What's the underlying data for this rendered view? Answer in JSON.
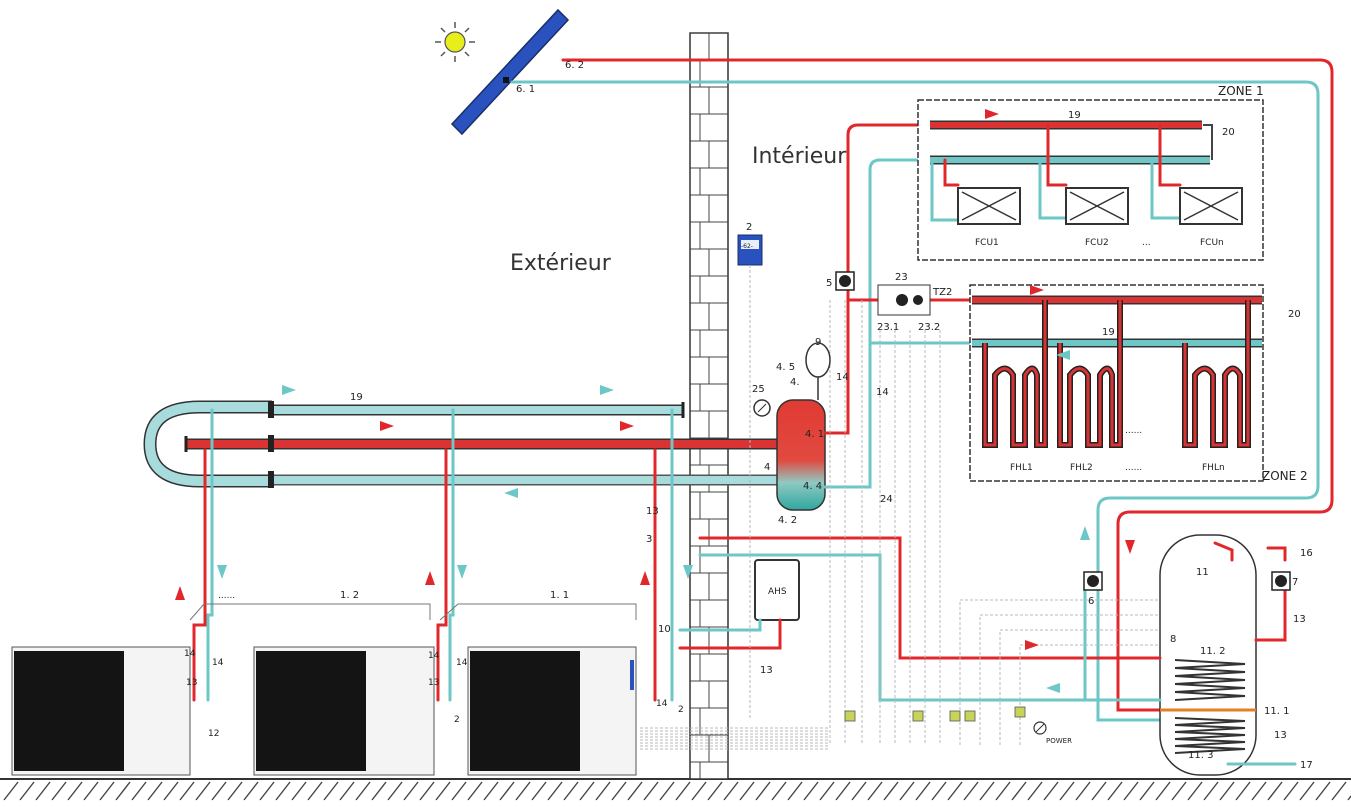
{
  "labels": {
    "exterior": "Extérieur",
    "interior": "Intérieur",
    "zone1": "ZONE 1",
    "zone2": "ZONE 2",
    "ahs": "AHS",
    "power": "POWER",
    "dots1": "......",
    "dots2": "......",
    "dots3": "......",
    "dots4": "...",
    "panel_display": "-62-"
  },
  "outdoor_units": {
    "group_a": "1. 2",
    "group_b": "1. 1"
  },
  "fcu": [
    "FCU1",
    "FCU2",
    "FCUn"
  ],
  "fhl": [
    "FHL1",
    "FHL2",
    "FHLn"
  ],
  "numbers": {
    "n6_2": "6. 2",
    "n6_1": "6. 1",
    "n2": "2",
    "n19a": "19",
    "n19b": "19",
    "n19c": "19",
    "n20a": "20",
    "n20b": "20",
    "n5": "5",
    "n23": "23",
    "n23_1": "23.1",
    "n23_2": "23.2",
    "tz2": "TZ2",
    "n9": "9",
    "n4_5": "4. 5",
    "n4_x": "4.",
    "n25": "25",
    "n14a": "14",
    "n14b": "14",
    "n4_1": "4. 1",
    "n4": "4",
    "n4_4": "4. 4",
    "n4_2": "4. 2",
    "n24": "24",
    "n13a": "13",
    "n3": "3",
    "n10": "10",
    "n13b": "13",
    "n6": "6",
    "n11": "11",
    "n16": "16",
    "n7": "7",
    "n13c": "13",
    "n8": "8",
    "n11_2": "11. 2",
    "n11_1": "11. 1",
    "n11_3": "11. 3",
    "n13d": "13",
    "n17": "17",
    "u14a": "14",
    "u14b": "14",
    "u13a": "13",
    "u12": "12",
    "u14c": "14",
    "u14d": "14",
    "u13b": "13",
    "u2a": "2",
    "u14e": "14",
    "u2b": "2"
  },
  "colors": {
    "hot": "#e0282c",
    "cold": "#6cc7c6",
    "panel": "#2a52be",
    "tank_hot": "#e03a33",
    "tank_cold": "#2fa79f"
  }
}
